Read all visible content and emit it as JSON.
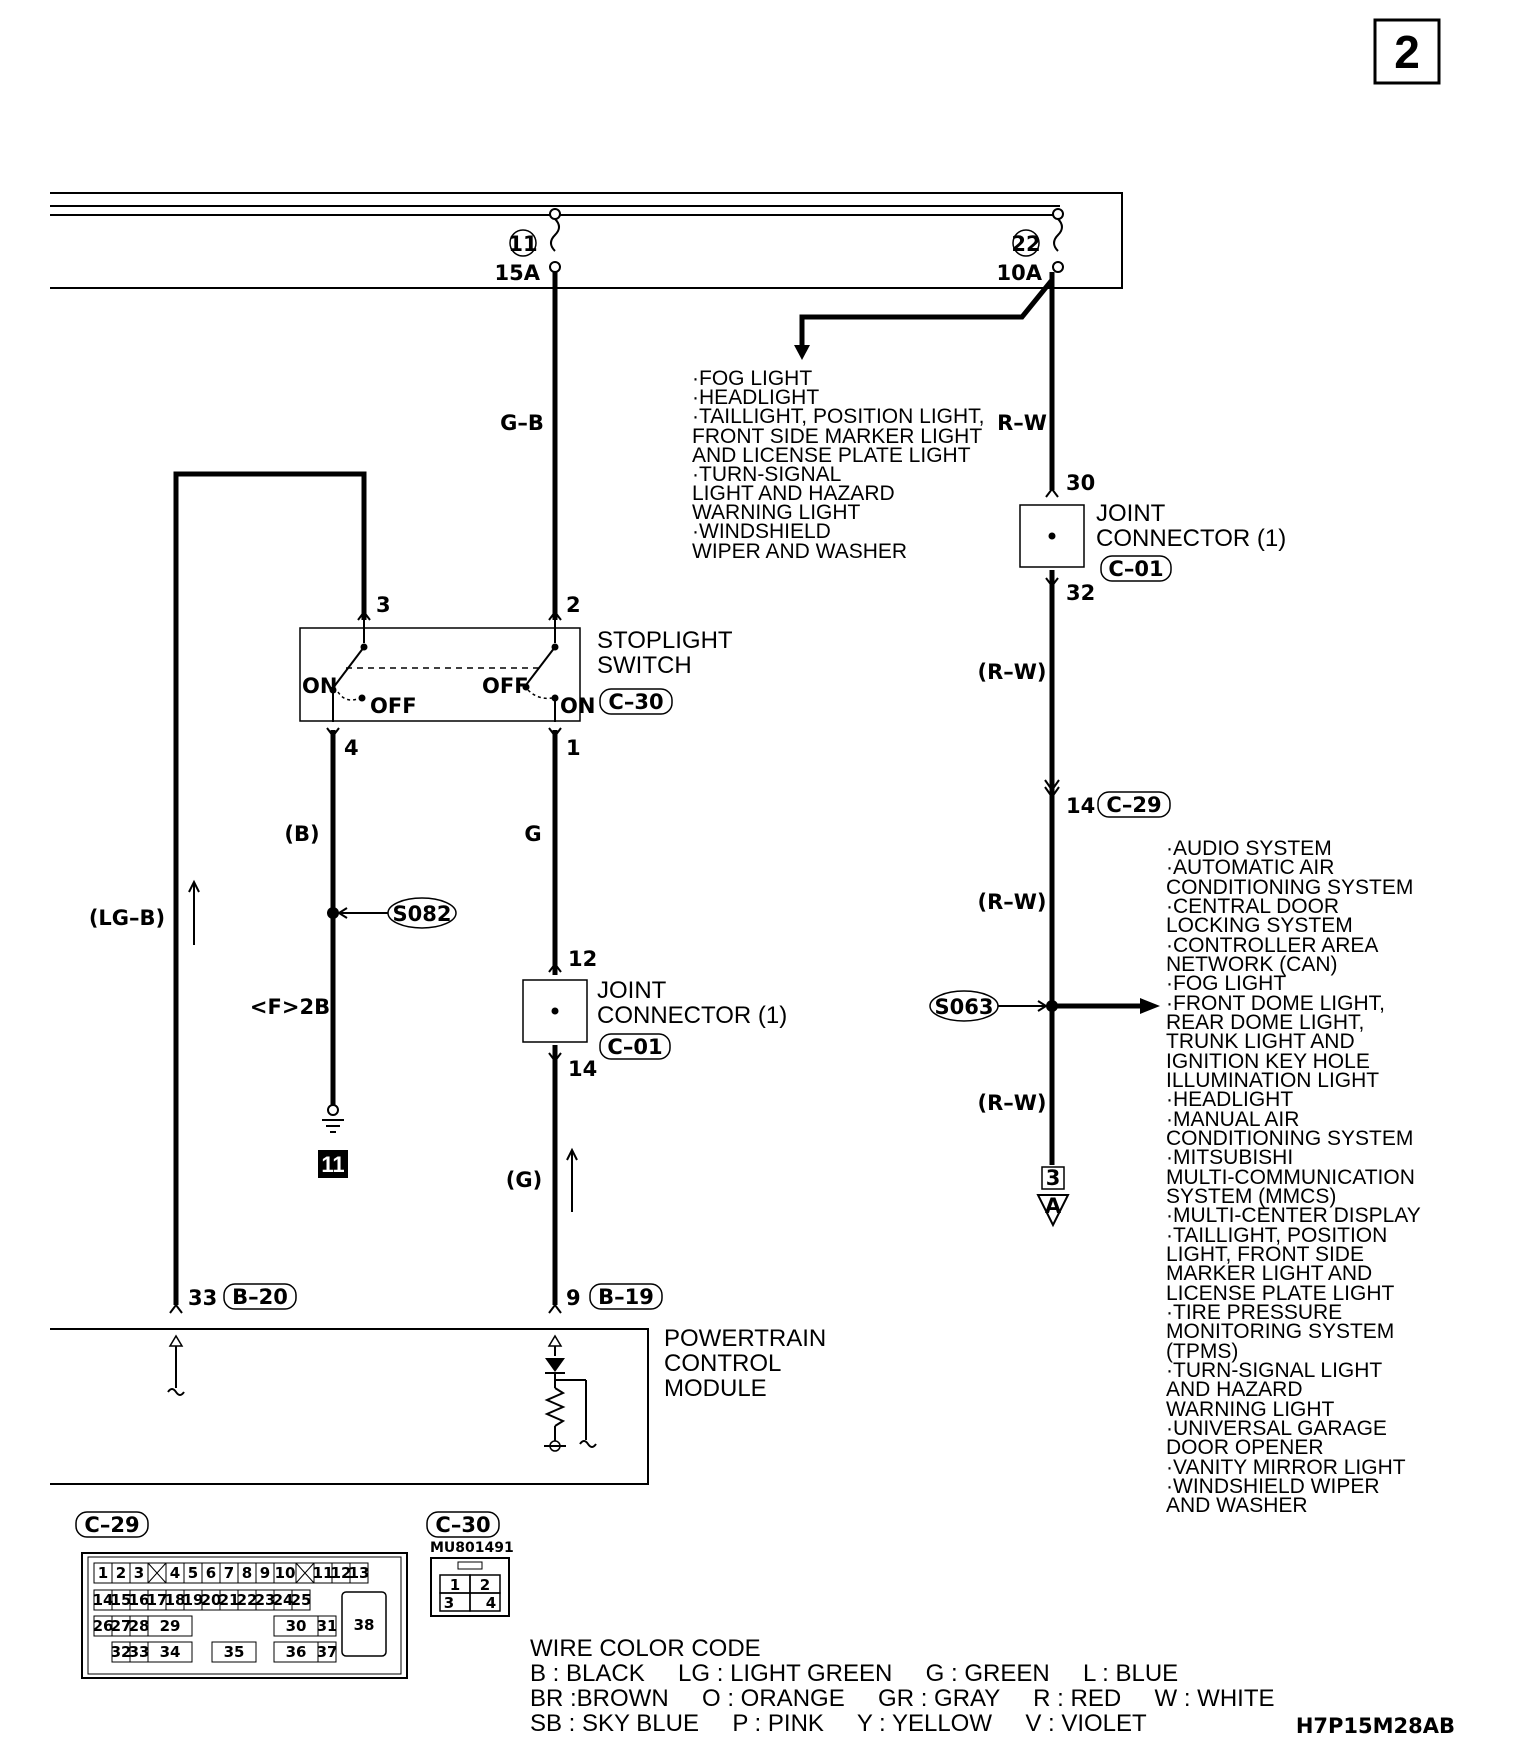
{
  "page_number": "2",
  "fuses": [
    {
      "number": "11",
      "rating": "15A"
    },
    {
      "number": "22",
      "rating": "10A"
    }
  ],
  "wire_colors_on_diagram": {
    "gb": "G–B",
    "rw_top": "R–W",
    "rw_mid": "(R–W)",
    "rw_mid2": "(R–W)",
    "rw_bottom": "(R–W)",
    "b": "(B)",
    "g": "G",
    "g2": "(G)",
    "lgb": "(LG–B)",
    "f2b": "<F>2B"
  },
  "fog_list": [
    "·FOG LIGHT",
    "·HEADLIGHT",
    "·TAILLIGHT, POSITION LIGHT,",
    " FRONT SIDE MARKER LIGHT",
    " AND LICENSE PLATE LIGHT",
    "·TURN-SIGNAL",
    " LIGHT AND HAZARD",
    " WARNING LIGHT",
    "·WINDSHIELD",
    " WIPER AND WASHER"
  ],
  "joint_connector_top": {
    "label1": "JOINT",
    "label2": "CONNECTOR (1)",
    "connector": "C–01",
    "pin_in": "30",
    "pin_out": "32"
  },
  "joint_connector_mid": {
    "label1": "JOINT",
    "label2": "CONNECTOR (1)",
    "connector": "C–01",
    "pin_in": "12",
    "pin_out": "14"
  },
  "stoplight_switch": {
    "label1": "STOPLIGHT",
    "label2": "SWITCH",
    "connector": "C–30",
    "pin3": "3",
    "pin2": "2",
    "pin4": "4",
    "pin1": "1",
    "on_left": "ON",
    "off_left": "OFF",
    "off_right": "OFF",
    "on_right": "ON"
  },
  "c29_pin": {
    "pin": "14",
    "connector": "C–29"
  },
  "splices": {
    "s082": "S082",
    "s063": "S063"
  },
  "ground_number": "11",
  "offpage": {
    "number": "3",
    "letter": "A"
  },
  "pcm": {
    "label1": "POWERTRAIN",
    "label2": "CONTROL",
    "label3": "MODULE",
    "pin_left": "33",
    "conn_left": "B–20",
    "pin_right": "9",
    "conn_right": "B–19"
  },
  "system_list": [
    "·AUDIO SYSTEM",
    "·AUTOMATIC AIR",
    " CONDITIONING SYSTEM",
    "·CENTRAL DOOR",
    " LOCKING SYSTEM",
    "·CONTROLLER AREA",
    " NETWORK (CAN)",
    "·FOG LIGHT",
    "·FRONT DOME LIGHT,",
    " REAR DOME LIGHT,",
    " TRUNK LIGHT AND",
    " IGNITION KEY HOLE",
    " ILLUMINATION LIGHT",
    "·HEADLIGHT",
    "·MANUAL AIR",
    " CONDITIONING SYSTEM",
    "·MITSUBISHI",
    " MULTI-COMMUNICATION",
    " SYSTEM (MMCS)",
    "·MULTI-CENTER DISPLAY",
    "·TAILLIGHT, POSITION",
    " LIGHT, FRONT SIDE",
    " MARKER LIGHT AND",
    " LICENSE PLATE LIGHT",
    "·TIRE PRESSURE",
    " MONITORING SYSTEM",
    " (TPMS)",
    "·TURN-SIGNAL LIGHT",
    " AND HAZARD",
    " WARNING LIGHT",
    "·UNIVERSAL GARAGE",
    " DOOR OPENER",
    "·VANITY MIRROR LIGHT",
    "·WINDSHIELD WIPER",
    " AND WASHER"
  ],
  "connector_c29": {
    "title": "C–29",
    "row1": [
      "1",
      "2",
      "3",
      "4",
      "5",
      "6",
      "7",
      "8",
      "9",
      "10",
      "11",
      "12",
      "13"
    ],
    "row2": [
      "14",
      "15",
      "16",
      "17",
      "18",
      "19",
      "20",
      "21",
      "22",
      "23",
      "24",
      "25"
    ],
    "row3": [
      "26",
      "27",
      "28",
      "29",
      "30",
      "31"
    ],
    "row4": [
      "32",
      "33",
      "34",
      "35",
      "36",
      "37"
    ],
    "big": "38"
  },
  "connector_c30": {
    "title": "C–30",
    "part": "MU801491",
    "pins": [
      "1",
      "2",
      "3",
      "4"
    ]
  },
  "legend": {
    "title": "WIRE COLOR CODE",
    "line1": "B : BLACK     LG : LIGHT GREEN     G : GREEN     L : BLUE",
    "line2": "BR :BROWN     O : ORANGE     GR : GRAY     R : RED     W : WHITE",
    "line3": "SB : SKY BLUE     P : PINK     Y : YELLOW     V : VIOLET"
  },
  "figure_code": "H7P15M28AB"
}
